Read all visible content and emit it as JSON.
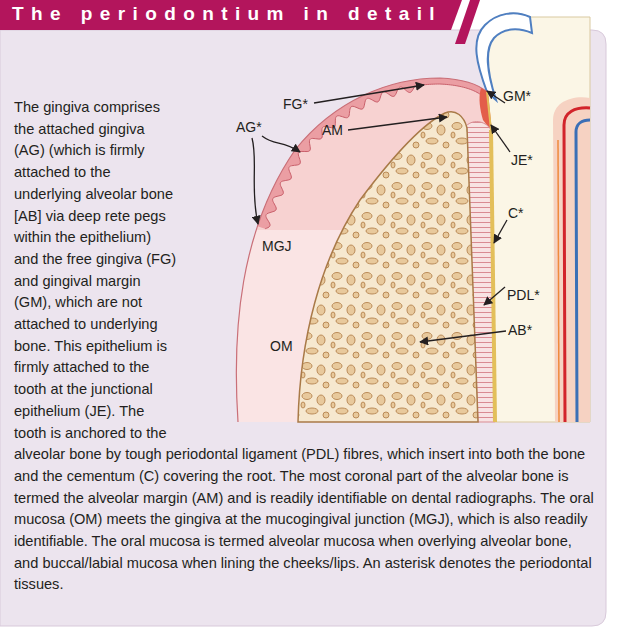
{
  "diagram": {
    "title": "The periodontium in detail",
    "caption": "The gingiva comprises the attached gingiva (AG) (which is firmly attached to the underlying alveolar bone [AB] via deep rete pegs within the epithelium) and the free gingiva (FG) and gingival margin (GM), which are not attached to underlying bone. This epithelium is firmly attached to the tooth at the junctional epithelium (JE). The tooth is anchored to the alveolar bone by tough periodontal ligament (PDL) fibres, which insert into both the bone and the cementum (C) covering the root. The most coronal part of the alveolar bone is termed the alveolar margin (AM) and is readily identifiable on dental radiographs. The oral mucosa (OM) meets the gingiva at the mucogingival junction (MGJ), which is also readily identifiable. The oral mucosa is termed alveolar mucosa when overlying alveolar bone, and buccal/labial mucosa when lining the cheeks/lips. An asterisk denotes the periodontal tissues.",
    "labels": [
      "FG*",
      "GM*",
      "JE*",
      "AG*",
      "AM",
      "MGJ",
      "C*",
      "PDL*",
      "AB*",
      "OM"
    ]
  }
}
